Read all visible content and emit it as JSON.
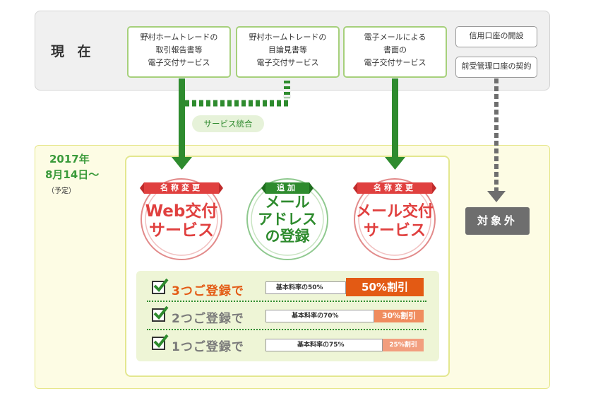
{
  "current": {
    "label": "現 在",
    "services": [
      {
        "lines": [
          "野村ホームトレードの",
          "取引報告書等",
          "電子交付サービス"
        ]
      },
      {
        "lines": [
          "野村ホームトレードの",
          "目論見書等",
          "電子交付サービス"
        ]
      },
      {
        "lines": [
          "電子メールによる",
          "書面の",
          "電子交付サービス"
        ]
      }
    ],
    "other_services": [
      "信用口座の開設",
      "前受管理口座の契約"
    ]
  },
  "merge_label": "サービス統合",
  "excluded_label": "対象外",
  "future": {
    "date_line1": "2017年",
    "date_line2": "8月14日～",
    "date_note": "（予定）",
    "badges": [
      {
        "ribbon": "名称変更",
        "lines": [
          "Web交付",
          "サービス"
        ],
        "color": "#e0403f"
      },
      {
        "ribbon": "追加",
        "lines": [
          "メール",
          "アドレス",
          "の登録"
        ],
        "color": "#2e8b2e"
      },
      {
        "ribbon": "名称変更",
        "lines": [
          "メール交付",
          "サービス"
        ],
        "color": "#e0403f"
      }
    ]
  },
  "discounts": [
    {
      "label": "3つご登録で",
      "rate": "基本料率の50%",
      "discount": "50%割引",
      "label_color": "#e35a14",
      "badge_color": "#e35a14"
    },
    {
      "label": "2つご登録で",
      "rate": "基本料率の70%",
      "discount": "30%割引",
      "label_color": "#7a7a7a",
      "badge_color": "#f08c5e"
    },
    {
      "label": "1つご登録で",
      "rate": "基本料率の75%",
      "discount": "25%割引",
      "label_color": "#7a7a7a",
      "badge_color": "#f29e7e"
    }
  ],
  "colors": {
    "green": "#2e8b2e",
    "red": "#e0403f",
    "gray": "#6e6e6e"
  },
  "icons": [
    "check-icon",
    "arrow-down-icon"
  ]
}
